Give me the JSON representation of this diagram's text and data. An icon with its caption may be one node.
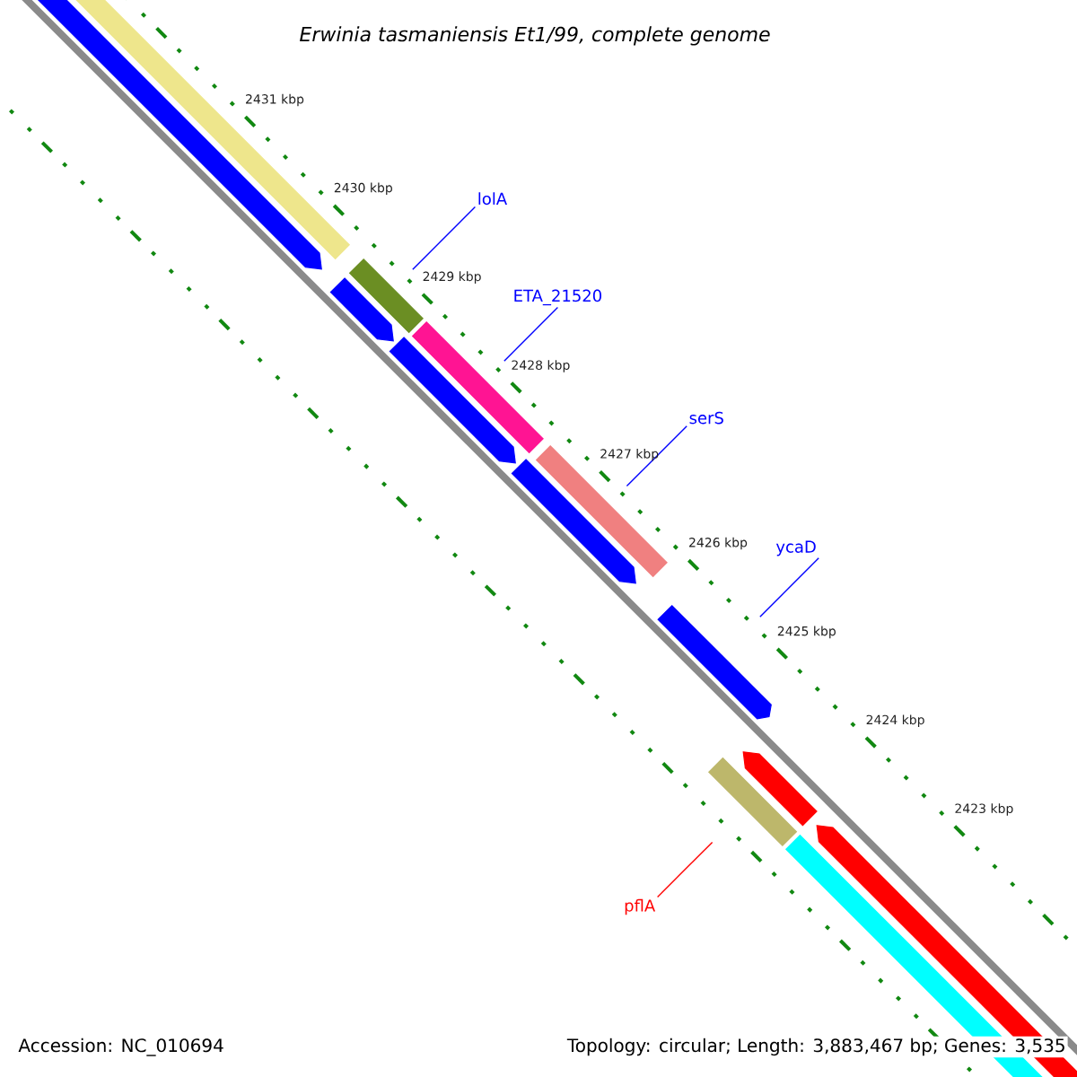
{
  "diagram": {
    "title": "Erwinia tasmaniensis Et1/99, complete genome",
    "nodes": [
      {
        "text": [
          "lolA"
        ]
      },
      {
        "text": [],
        "shape": "bar"
      },
      {
        "text": [
          "ETA_21520"
        ]
      },
      {
        "text": [],
        "shape": "bar"
      },
      {
        "text": [
          "serS"
        ]
      },
      {
        "text": [],
        "shape": "bar"
      },
      {
        "text": [
          "ycaD"
        ]
      },
      {
        "text": [],
        "shape": "arrow"
      },
      {
        "text": [
          "pflA"
        ]
      },
      {
        "text": [],
        "shape": "bar"
      }
    ],
    "edges": [
      {
        "from": 0,
        "to": 1,
        "arrow": "none"
      },
      {
        "from": 2,
        "to": 3,
        "arrow": "none"
      },
      {
        "from": 4,
        "to": 5,
        "arrow": "none"
      },
      {
        "from": 6,
        "to": 7,
        "arrow": "none"
      },
      {
        "from": 8,
        "to": 9,
        "arrow": "none",
        "color": "#ff0000"
      }
    ],
    "labels": [
      "2431 kbp",
      "2430 kbp",
      "2429 kbp",
      "2428 kbp",
      "2427 kbp",
      "2426 kbp",
      "2425 kbp",
      "2424 kbp",
      "2423 kbp",
      "Accession: NC_010694",
      "Topology: circular; Length: 3,883,467 bp; Genes: 3,535"
    ]
  }
}
